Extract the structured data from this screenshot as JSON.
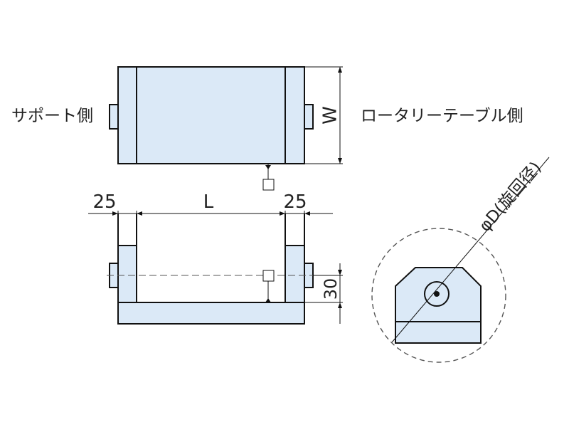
{
  "labels": {
    "support_side": "サポート側",
    "rotary_table_side": "ロータリーテーブル側",
    "width": "W",
    "length": "L",
    "left_margin": "25",
    "right_margin": "25",
    "height_30": "30",
    "rotation_diameter": "φD(旋回径)"
  },
  "colors": {
    "part_fill": "#dbe9f7",
    "line": "#111111"
  }
}
